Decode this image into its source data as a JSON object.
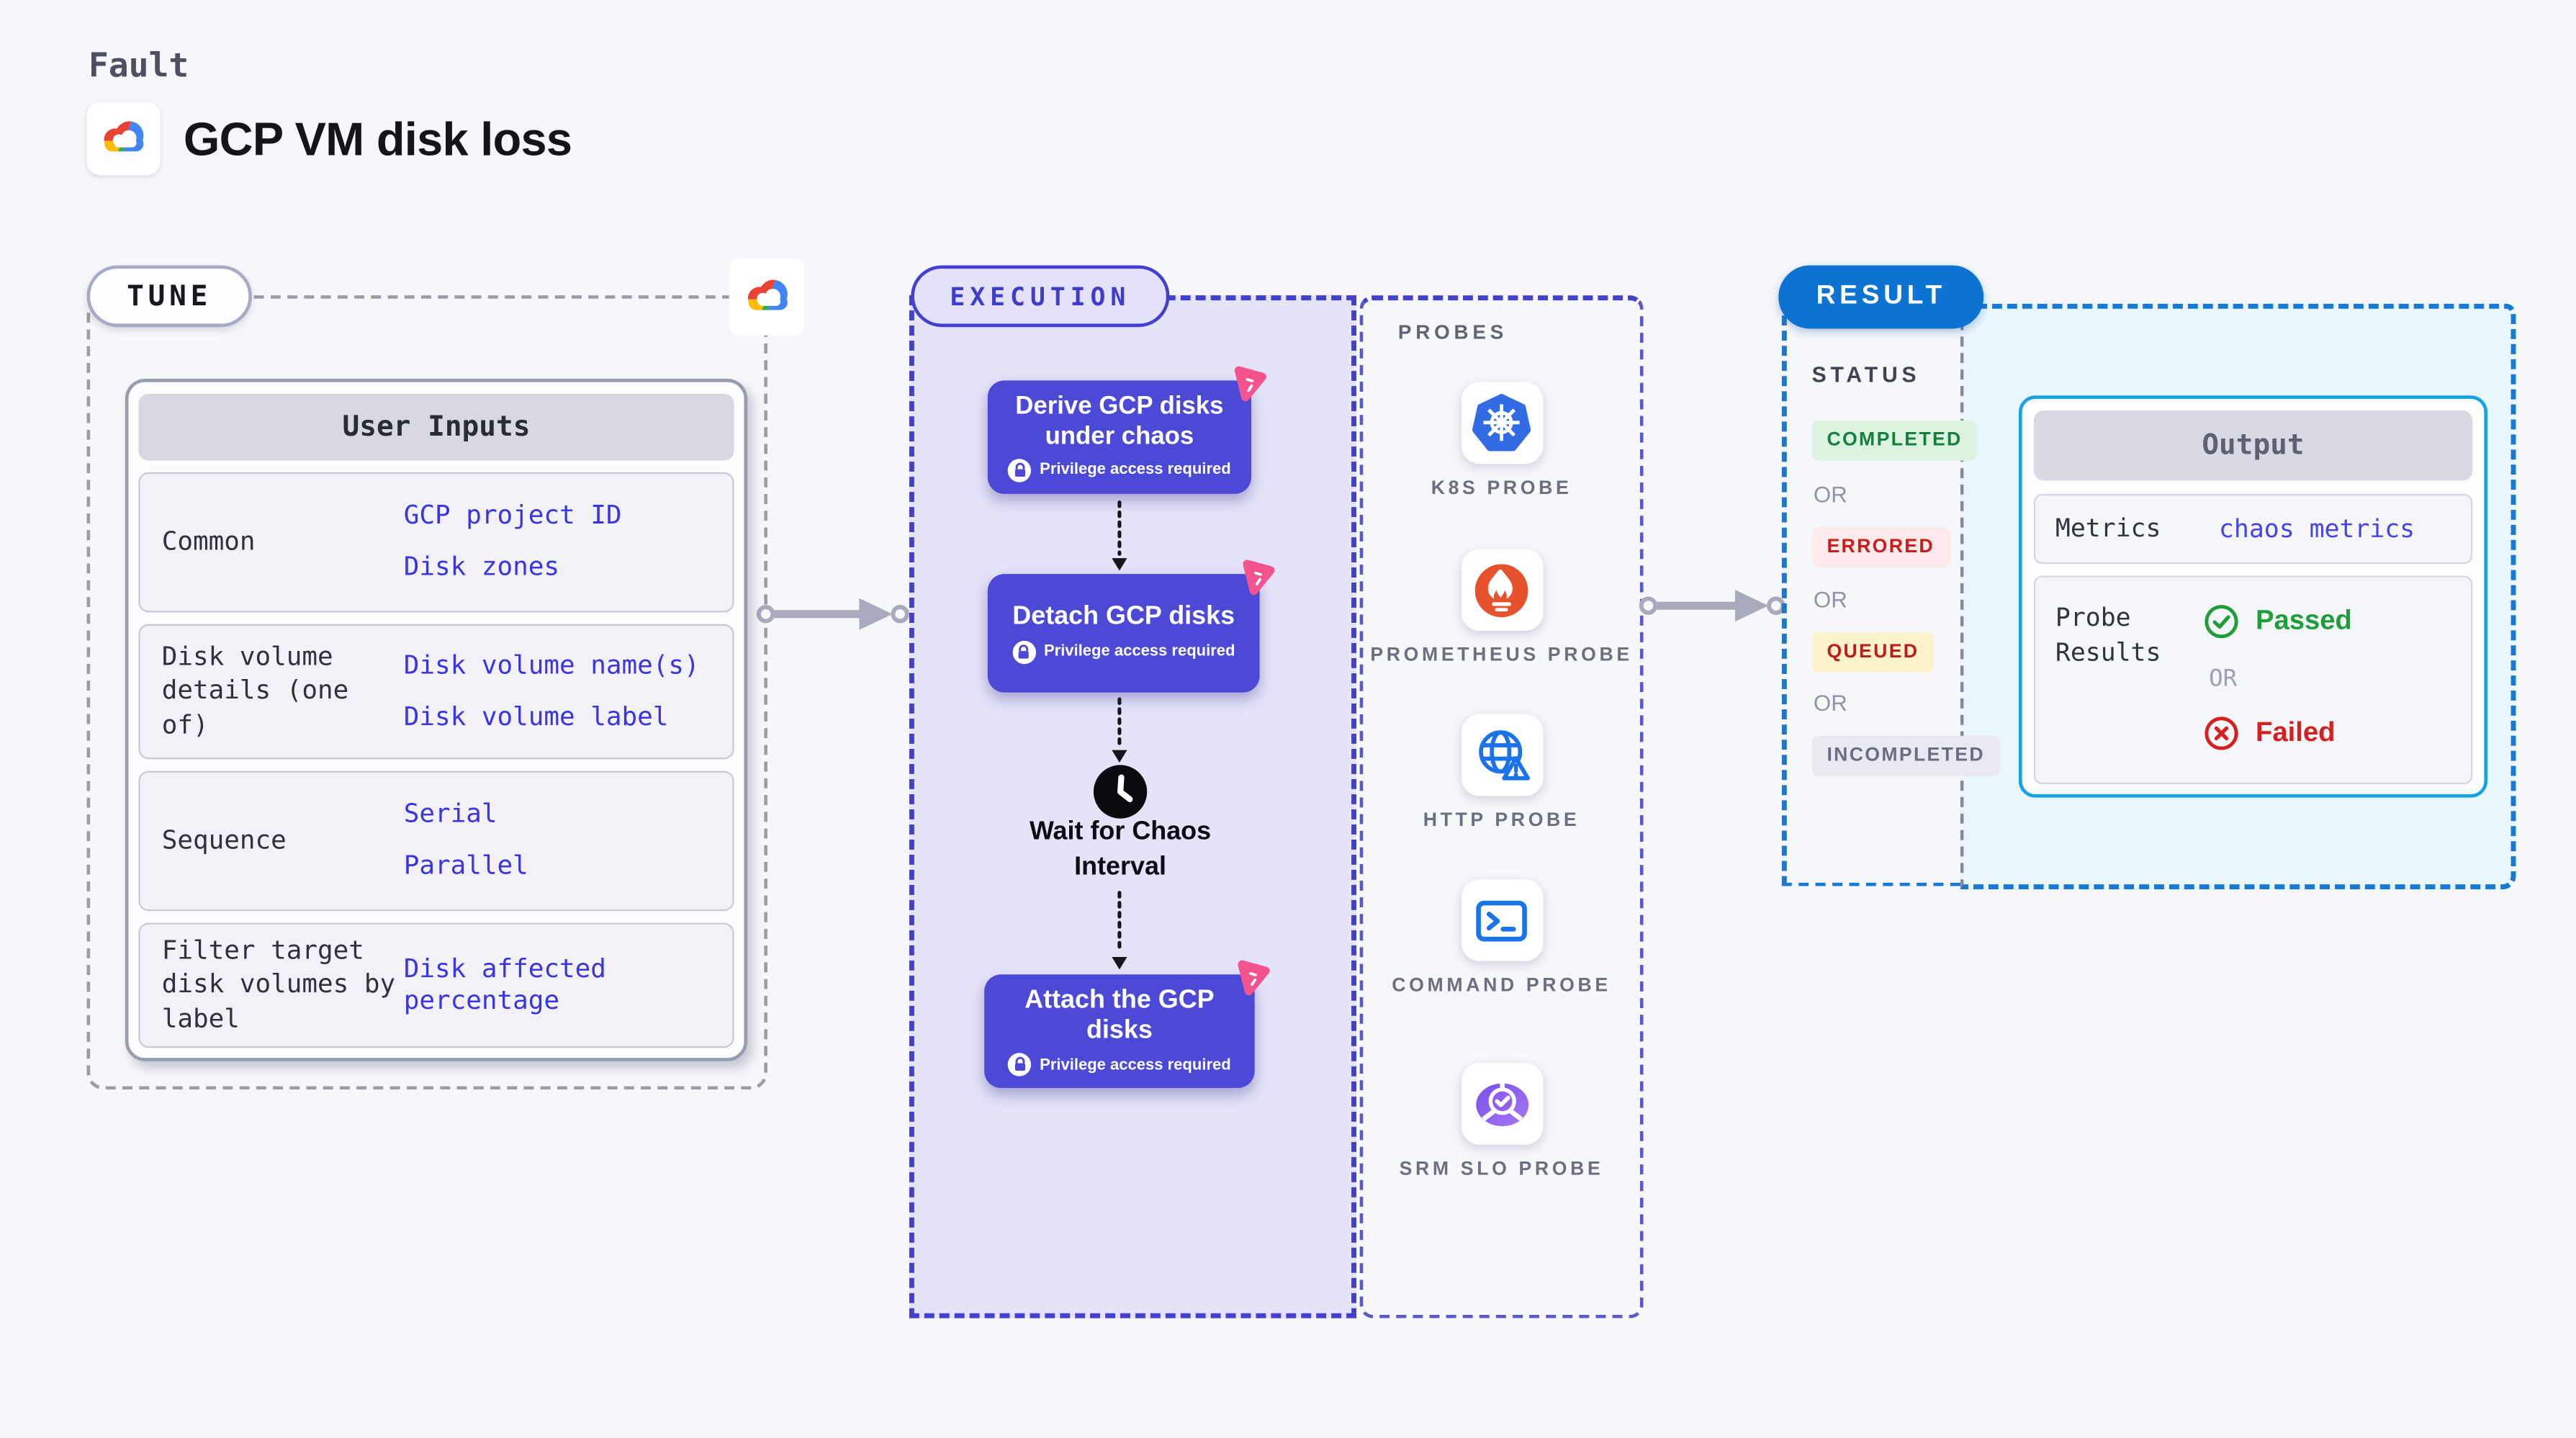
{
  "header": {
    "eyebrow": "Fault",
    "title": "GCP VM disk loss"
  },
  "tune": {
    "badge": "TUNE",
    "table_title": "User Inputs",
    "rows": [
      {
        "label": "Common",
        "values": [
          "GCP project ID",
          "Disk zones"
        ]
      },
      {
        "label": "Disk volume details (one of)",
        "values": [
          "Disk volume name(s)",
          "Disk volume label"
        ]
      },
      {
        "label": "Sequence",
        "values": [
          "Serial",
          "Parallel"
        ]
      },
      {
        "label": "Filter target disk volumes by label",
        "values": [
          "Disk affected percentage"
        ]
      }
    ]
  },
  "execution": {
    "badge": "EXECUTION",
    "privilege_note": "Privilege access required",
    "steps": [
      {
        "title": "Derive GCP disks under chaos"
      },
      {
        "title": "Detach GCP disks"
      },
      {
        "title": "Wait for Chaos Interval",
        "type": "wait"
      },
      {
        "title": "Attach the GCP disks"
      }
    ]
  },
  "probes": {
    "title": "PROBES",
    "items": [
      {
        "name": "K8S PROBE",
        "icon": "k8s-icon"
      },
      {
        "name": "PROMETHEUS PROBE",
        "icon": "prometheus-icon"
      },
      {
        "name": "HTTP PROBE",
        "icon": "http-icon"
      },
      {
        "name": "COMMAND PROBE",
        "icon": "command-icon"
      },
      {
        "name": "SRM SLO PROBE",
        "icon": "srm-slo-icon"
      }
    ]
  },
  "result": {
    "badge": "RESULT",
    "status_title": "STATUS",
    "or_label": "OR",
    "statuses": [
      {
        "label": "COMPLETED",
        "color": "#15803d",
        "bg": "#dcf3e0"
      },
      {
        "label": "ERRORED",
        "color": "#cc1b1b",
        "bg": "#fcebea"
      },
      {
        "label": "QUEUED",
        "color": "#bb1d1d",
        "bg": "#fcf2cc"
      },
      {
        "label": "INCOMPLETED",
        "color": "#696e80",
        "bg": "#e9eaf1"
      }
    ],
    "output": {
      "title": "Output",
      "metrics_label": "Metrics",
      "metrics_value": "chaos metrics",
      "probe_results_label": "Probe Results",
      "passed_label": "Passed",
      "or_label": "OR",
      "failed_label": "Failed"
    }
  },
  "colors": {
    "page_bg": "#f6f7fb",
    "node_indigo": "#4c49d6",
    "execution_fill": "#e4e3f8",
    "execution_dash": "#4440cf",
    "result_blue": "#0d73d2",
    "result_dash": "#1779d6",
    "output_fill": "#e9f7fd",
    "output_border": "#16a2e4",
    "value_blue": "#3a35e0",
    "passed_green": "#1f9d3a",
    "failed_red": "#d61f1f",
    "chaos_pink": "#f4548e"
  }
}
